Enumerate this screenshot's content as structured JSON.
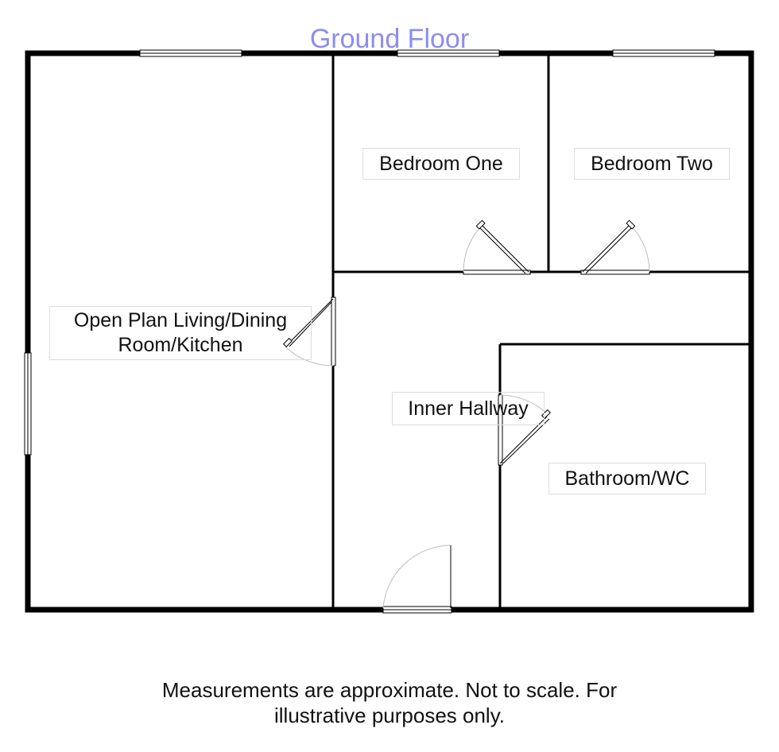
{
  "floor": {
    "title": "Ground Floor"
  },
  "rooms": {
    "living": {
      "line1": "Open Plan Living/Dining",
      "line2": "Room/Kitchen"
    },
    "bedroom_one": {
      "label": "Bedroom One"
    },
    "bedroom_two": {
      "label": "Bedroom Two"
    },
    "hallway": {
      "label": "Inner Hallway"
    },
    "bathroom": {
      "label": "Bathroom/WC"
    }
  },
  "footer": {
    "line1": "Measurements are approximate. Not to scale. For",
    "line2": "illustrative purposes only."
  },
  "colors": {
    "wall": "#000000",
    "title": "#8c8cf0",
    "door_swing": "#bdbdbd"
  }
}
